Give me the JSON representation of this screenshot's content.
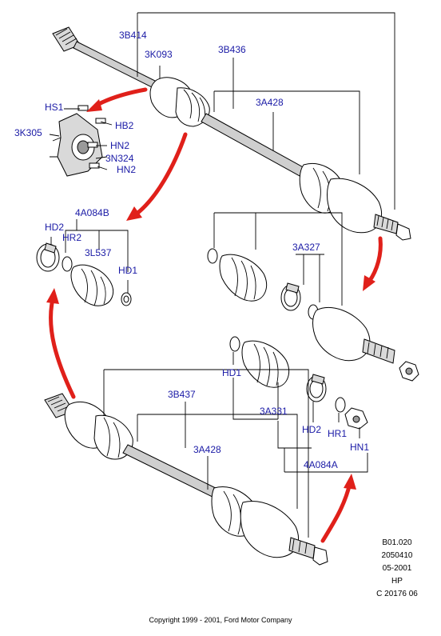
{
  "labels": {
    "l_3B414_top": "3B414",
    "l_3K093": "3K093",
    "l_3B436": "3B436",
    "l_3A428_top": "3A428",
    "l_HS1": "HS1",
    "l_HB2": "HB2",
    "l_3K305": "3K305",
    "l_HN2_a": "HN2",
    "l_3N324": "3N324",
    "l_HN2_b": "HN2",
    "l_4A084B": "4A084B",
    "l_HD2_left": "HD2",
    "l_HR2": "HR2",
    "l_3L537": "3L537",
    "l_HD1_left": "HD1",
    "l_3A327": "3A327",
    "l_HD1_right": "HD1",
    "l_3A331": "3A331",
    "l_HD2_right": "HD2",
    "l_HR1": "HR1",
    "l_4A084A": "4A084A",
    "l_HN1": "HN1",
    "l_3B437": "3B437",
    "l_3A428_bottom": "3A428"
  },
  "reference": {
    "line1": "B01.020",
    "line2": "2050410",
    "line3": "05-2001",
    "line4": "HP",
    "line5": "C 20176 06"
  },
  "copyright": "Copyright 1999 - 2001, Ford Motor Company",
  "colors": {
    "label_text": "#1a1aa6",
    "arrow": "#e0201a",
    "line": "#000000"
  }
}
